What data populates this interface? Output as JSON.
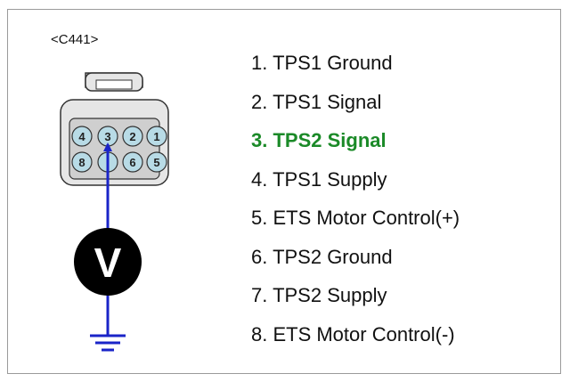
{
  "connector": {
    "id": "<C441>",
    "pins_top": [
      "4",
      "3",
      "2",
      "1"
    ],
    "pins_bottom": [
      "8",
      "",
      "6",
      "5"
    ]
  },
  "meter": {
    "symbol": "V"
  },
  "pin_list": [
    {
      "label": "1. TPS1 Ground",
      "highlight": false
    },
    {
      "label": "2. TPS1 Signal",
      "highlight": false
    },
    {
      "label": "3. TPS2 Signal",
      "highlight": true
    },
    {
      "label": "4. TPS1 Supply",
      "highlight": false
    },
    {
      "label": "5. ETS Motor Control(+)",
      "highlight": false
    },
    {
      "label": "6. TPS2 Ground",
      "highlight": false
    },
    {
      "label": "7. TPS2 Supply",
      "highlight": false
    },
    {
      "label": "8. ETS Motor Control(-)",
      "highlight": false
    }
  ],
  "colors": {
    "highlight": "#1b8a28",
    "probe_wire": "#1a24c8",
    "pin_fill": "#b8dbe6",
    "connector_body": "#e6e6e6"
  }
}
